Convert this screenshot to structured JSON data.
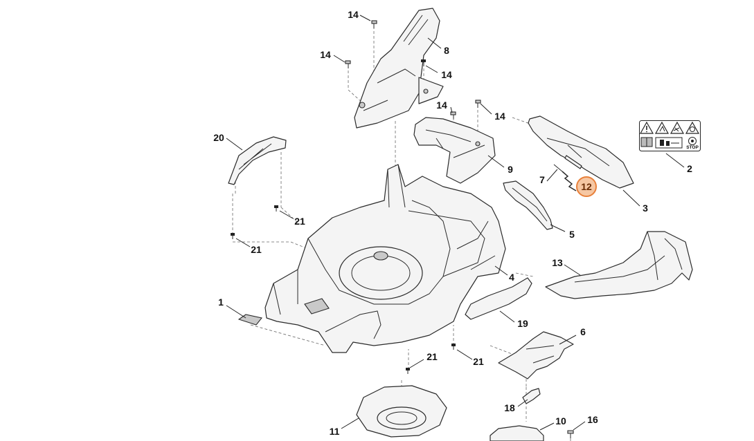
{
  "diagram": {
    "callouts": [
      {
        "id": "c14a",
        "text": "14"
      },
      {
        "id": "c8",
        "text": "8"
      },
      {
        "id": "c14b",
        "text": "14"
      },
      {
        "id": "c14c",
        "text": "14"
      },
      {
        "id": "c14d",
        "text": "14"
      },
      {
        "id": "c14e",
        "text": "14"
      },
      {
        "id": "c9",
        "text": "9"
      },
      {
        "id": "c20",
        "text": "20"
      },
      {
        "id": "c21a",
        "text": "21"
      },
      {
        "id": "c21b",
        "text": "21"
      },
      {
        "id": "c7",
        "text": "7"
      },
      {
        "id": "c12",
        "text": "12"
      },
      {
        "id": "c3",
        "text": "3"
      },
      {
        "id": "c2",
        "text": "2"
      },
      {
        "id": "c5",
        "text": "5"
      },
      {
        "id": "c13",
        "text": "13"
      },
      {
        "id": "c4",
        "text": "4"
      },
      {
        "id": "c1",
        "text": "1"
      },
      {
        "id": "c19",
        "text": "19"
      },
      {
        "id": "c6",
        "text": "6"
      },
      {
        "id": "c21c",
        "text": "21"
      },
      {
        "id": "c21d",
        "text": "21"
      },
      {
        "id": "c18",
        "text": "18"
      },
      {
        "id": "c11",
        "text": "11"
      },
      {
        "id": "c10",
        "text": "10"
      },
      {
        "id": "c16",
        "text": "16"
      }
    ],
    "highlighted": "12",
    "decal": {
      "stop_text": "STOP"
    }
  }
}
